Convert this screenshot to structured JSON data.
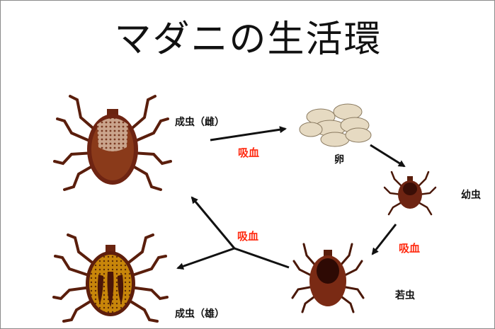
{
  "diagram": {
    "title": "マダニの生活環",
    "stages": {
      "adult_female": "成虫（雌）",
      "egg": "卵",
      "larva": "幼虫",
      "nymph": "若虫",
      "adult_male": "成虫（雄）"
    },
    "feeding_label": "吸血",
    "colors": {
      "tick_body": "#7a2a14",
      "tick_dark": "#3a0e06",
      "egg": "#e8dcc4",
      "arrow": "#111111",
      "feeding_text": "#ff2a10"
    }
  }
}
